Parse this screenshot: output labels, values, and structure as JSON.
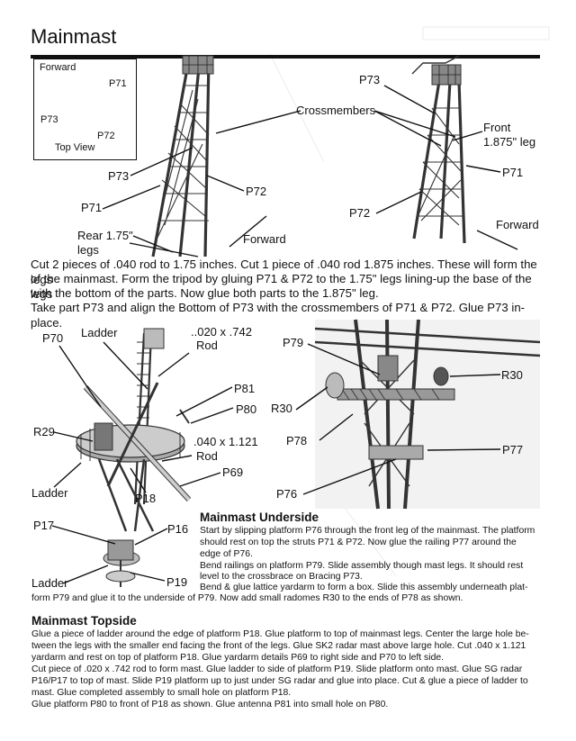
{
  "title": "Mainmast",
  "top_view": {
    "forward_label": "Forward",
    "p71": "P71",
    "p73": "P73",
    "p72": "P72",
    "caption": "Top View"
  },
  "tripod_left": {
    "p73": "P73",
    "p71": "P71",
    "p72": "P72",
    "rear_line1": "Rear 1.75\"",
    "rear_line2": "legs",
    "forward": "Forward"
  },
  "tripod_right": {
    "p73": "P73",
    "crossmembers": "Crossmembers",
    "front_line1": "Front",
    "front_line2": "1.875\" leg",
    "p71": "P71",
    "p72": "P72",
    "forward": "Forward"
  },
  "instructions": {
    "line1": "Cut 2 pieces of .040 rod to 1.75 inches. Cut 1 piece of .040 rod 1.875 inches. These will form the legs",
    "line2": "of the mainmast. Form the tripod by gluing P71 & P72 to the 1.75\" legs lining-up the base of the legs",
    "line3": "with the bottom of the parts. Now glue both parts to the 1.875\" leg.",
    "line4": "Take part P73 and align the Bottom of P73 with the crossmembers of P71 & P72. Glue P73 in-place."
  },
  "topside_figure": {
    "p70": "P70",
    "ladder_top": "Ladder",
    "rod1_line1": "..020 x .742",
    "rod1_line2": "Rod",
    "p81": "P81",
    "p80": "P80",
    "r29": "R29",
    "rod2_line1": ".040 x 1.121",
    "rod2_line2": "Rod",
    "p69": "P69",
    "ladder_bottom": "Ladder",
    "p18": "P18"
  },
  "underside_figure": {
    "p79": "P79",
    "r30_right": "R30",
    "r30_left": "R30",
    "p78": "P78",
    "p77": "P77",
    "p76": "P76"
  },
  "small_figure": {
    "p17": "P17",
    "p16": "P16",
    "ladder": "Ladder",
    "p19": "P19"
  },
  "underside": {
    "heading": "Mainmast Underside",
    "lines": [
      "Start by slipping platform P76 through the front leg of the mainmast. The platform",
      "should rest on top the struts P71 & P72. Now glue the railing P77 around the",
      "edge of P76.",
      "Bend railings on platform P79. Slide assembly though mast legs. It should rest",
      "level to the crossbrace on Bracing P73.",
      "Bend & glue lattice yardarm to form a box. Slide this assembly underneath plat-",
      "form P79 and glue it to the underside of P79. Now add small radomes R30 to the ends of P78 as shown."
    ]
  },
  "topside": {
    "heading": "Mainmast Topside",
    "lines": [
      "Glue a piece of ladder around the edge of platform P18. Glue platform to top of mainmast legs. Center the large hole be-",
      "tween the legs with the smaller end facing the front of the legs. Glue SK2 radar mast above large hole. Cut .040 x 1.121",
      "yardarm and rest on top of platform P18. Glue yardarm details P69 to right side and P70 to left side.",
      "Cut piece of .020 x .742 rod to form mast. Glue ladder to side of platform P19. Slide platform onto mast. Glue SG radar",
      "P16/P17 to top of mast. Slide P19 platform up to just under SG radar and glue into place. Cut & glue a piece of ladder to",
      "mast. Glue completed assembly to small hole on platform P18.",
      "Glue platform P80 to front of P18 as shown. Glue antenna P81 into small hole on P80."
    ]
  }
}
